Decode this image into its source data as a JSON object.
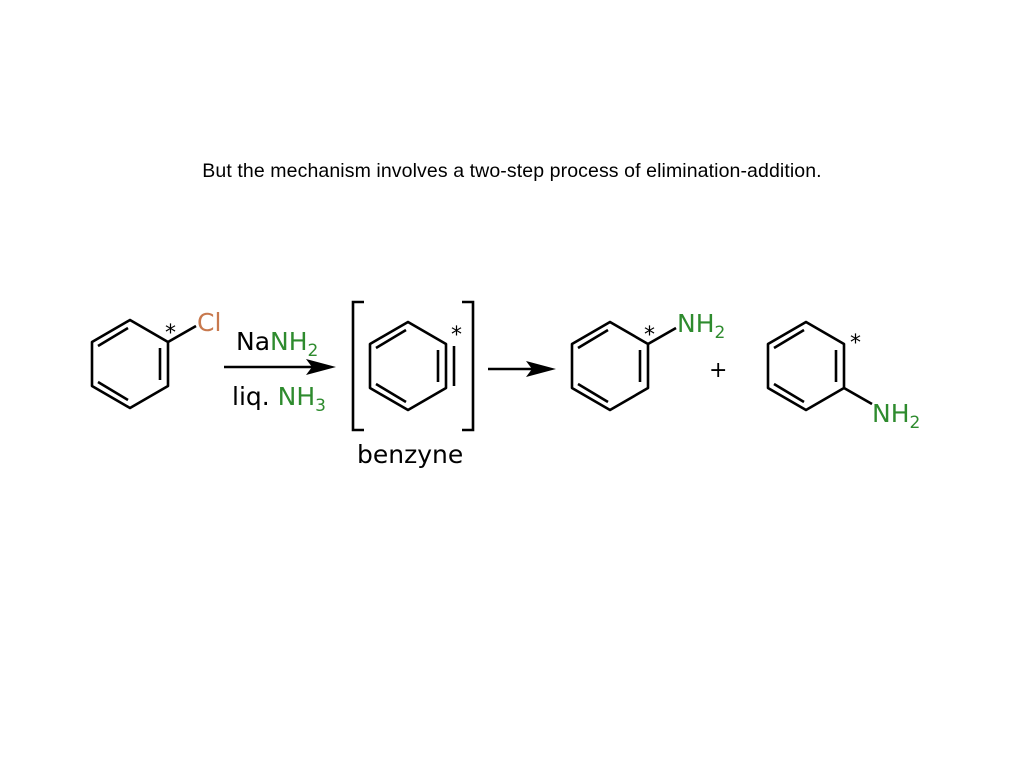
{
  "caption": "But the mechanism involves a two-step process of elimination-addition.",
  "reaction": {
    "reactant": {
      "substituent": "Cl",
      "label_marker": "*"
    },
    "reagents": {
      "top_prefix": "Na",
      "top_main": "NH",
      "top_sub": "2",
      "bottom_prefix": "liq. ",
      "bottom_main": "NH",
      "bottom_sub": "3"
    },
    "intermediate": {
      "name": "benzyne",
      "label_marker": "*"
    },
    "product_1": {
      "substituent_main": "NH",
      "substituent_sub": "2",
      "label_marker": "*"
    },
    "plus": "+",
    "product_2": {
      "substituent_main": "NH",
      "substituent_sub": "2",
      "label_marker": "*"
    }
  },
  "colors": {
    "bond": "#000000",
    "chlorine": "#c8794e",
    "nitrogen": "#2e8b2e",
    "text": "#000000"
  }
}
